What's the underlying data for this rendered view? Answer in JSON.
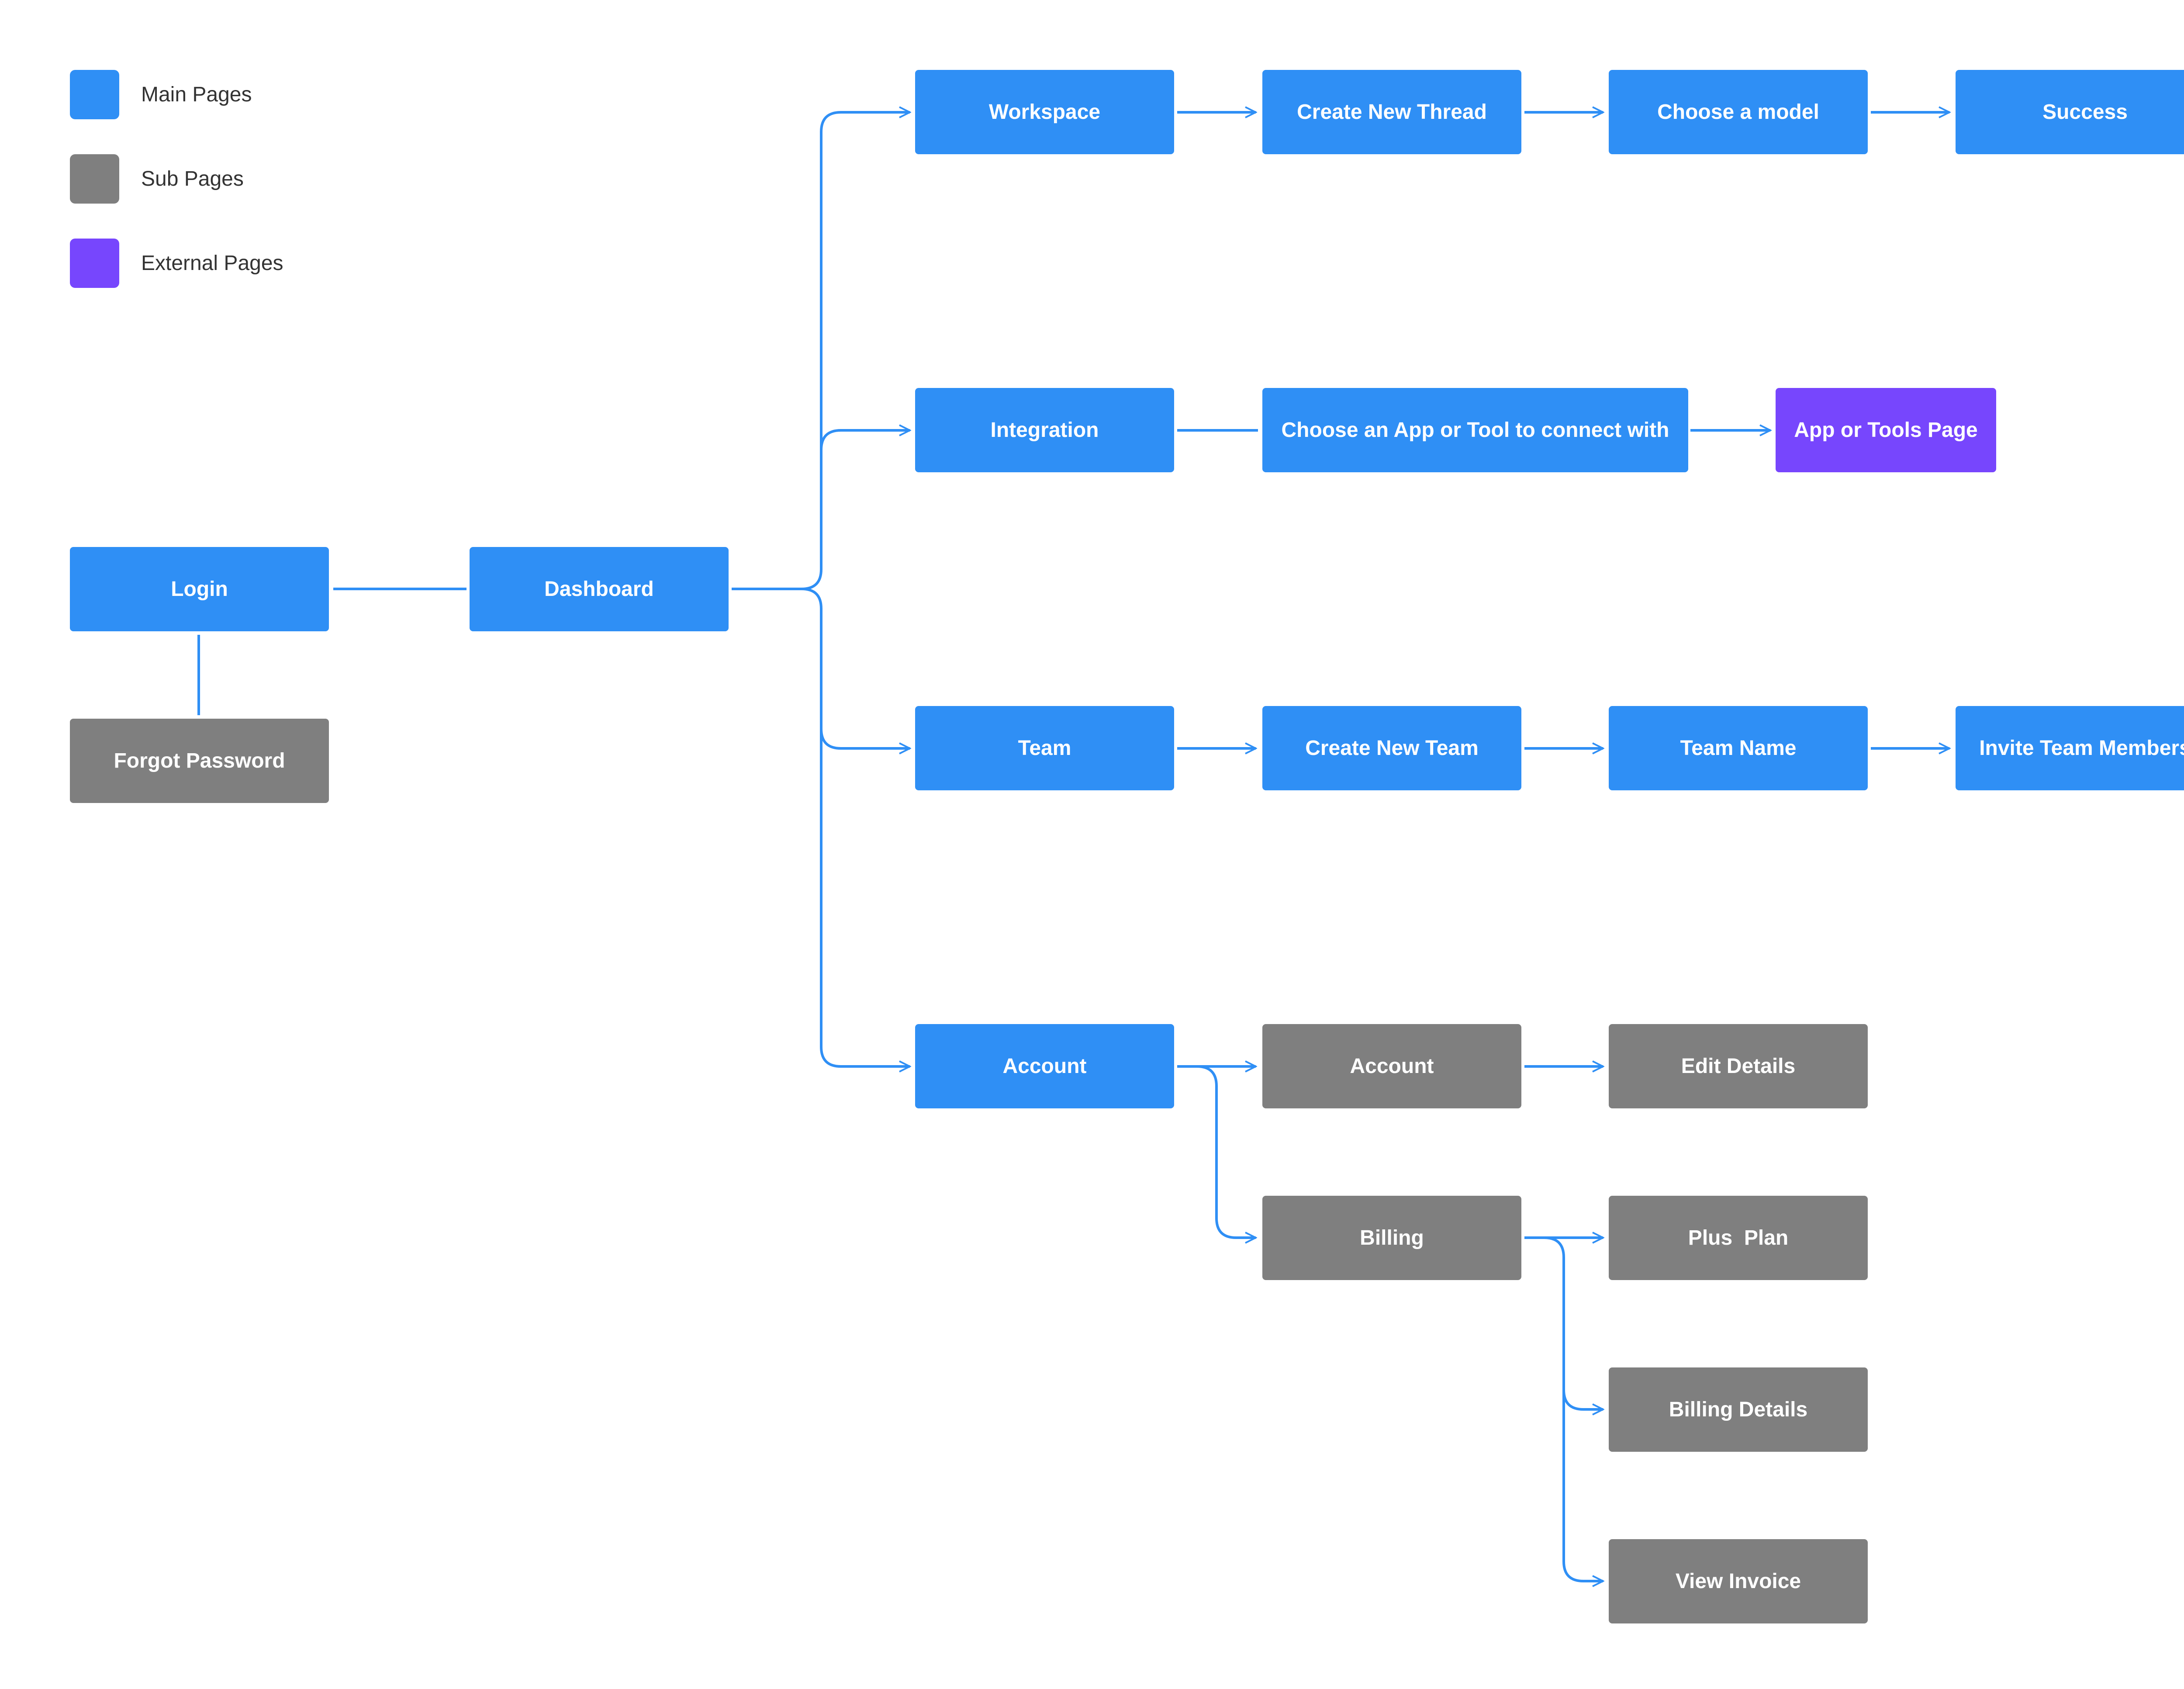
{
  "colors": {
    "main": "#2f8ff5",
    "sub": "#7f7f7f",
    "external": "#7746fd",
    "connector": "#2f8ff5"
  },
  "legend": [
    {
      "label": "Main Pages",
      "kind": "main"
    },
    {
      "label": "Sub Pages",
      "kind": "sub"
    },
    {
      "label": "External Pages",
      "kind": "external"
    }
  ],
  "nodes": {
    "login": "Login",
    "forgot_password": "Forgot Password",
    "dashboard": "Dashboard",
    "workspace": "Workspace",
    "create_new_thread": "Create New Thread",
    "choose_a_model": "Choose a model",
    "success": "Success",
    "integration": "Integration",
    "choose_app": "Choose an App or Tool to connect with",
    "app_tools_page": "App or Tools Page",
    "team": "Team",
    "create_new_team": "Create New Team",
    "team_name": "Team Name",
    "invite_team_members": "Invite Team Members",
    "account": "Account",
    "account_sub": "Account",
    "edit_details": "Edit Details",
    "billing": "Billing",
    "plus_plan": "Plus  Plan",
    "billing_details": "Billing Details",
    "view_invoice": "View Invoice"
  },
  "edges": [
    {
      "from": "login",
      "to": "dashboard",
      "arrow": false
    },
    {
      "from": "login",
      "to": "forgot_password",
      "arrow": false
    },
    {
      "from": "dashboard",
      "to": "workspace",
      "arrow": true
    },
    {
      "from": "dashboard",
      "to": "integration",
      "arrow": true
    },
    {
      "from": "dashboard",
      "to": "team",
      "arrow": true
    },
    {
      "from": "dashboard",
      "to": "account",
      "arrow": true
    },
    {
      "from": "workspace",
      "to": "create_new_thread",
      "arrow": true
    },
    {
      "from": "create_new_thread",
      "to": "choose_a_model",
      "arrow": true
    },
    {
      "from": "choose_a_model",
      "to": "success",
      "arrow": true
    },
    {
      "from": "integration",
      "to": "choose_app",
      "arrow": false
    },
    {
      "from": "choose_app",
      "to": "app_tools_page",
      "arrow": true
    },
    {
      "from": "team",
      "to": "create_new_team",
      "arrow": true
    },
    {
      "from": "create_new_team",
      "to": "team_name",
      "arrow": true
    },
    {
      "from": "team_name",
      "to": "invite_team_members",
      "arrow": true
    },
    {
      "from": "account",
      "to": "account_sub",
      "arrow": true
    },
    {
      "from": "account",
      "to": "billing",
      "arrow": true
    },
    {
      "from": "account_sub",
      "to": "edit_details",
      "arrow": true
    },
    {
      "from": "billing",
      "to": "plus_plan",
      "arrow": true
    },
    {
      "from": "billing",
      "to": "billing_details",
      "arrow": true
    },
    {
      "from": "billing",
      "to": "view_invoice",
      "arrow": true
    }
  ]
}
